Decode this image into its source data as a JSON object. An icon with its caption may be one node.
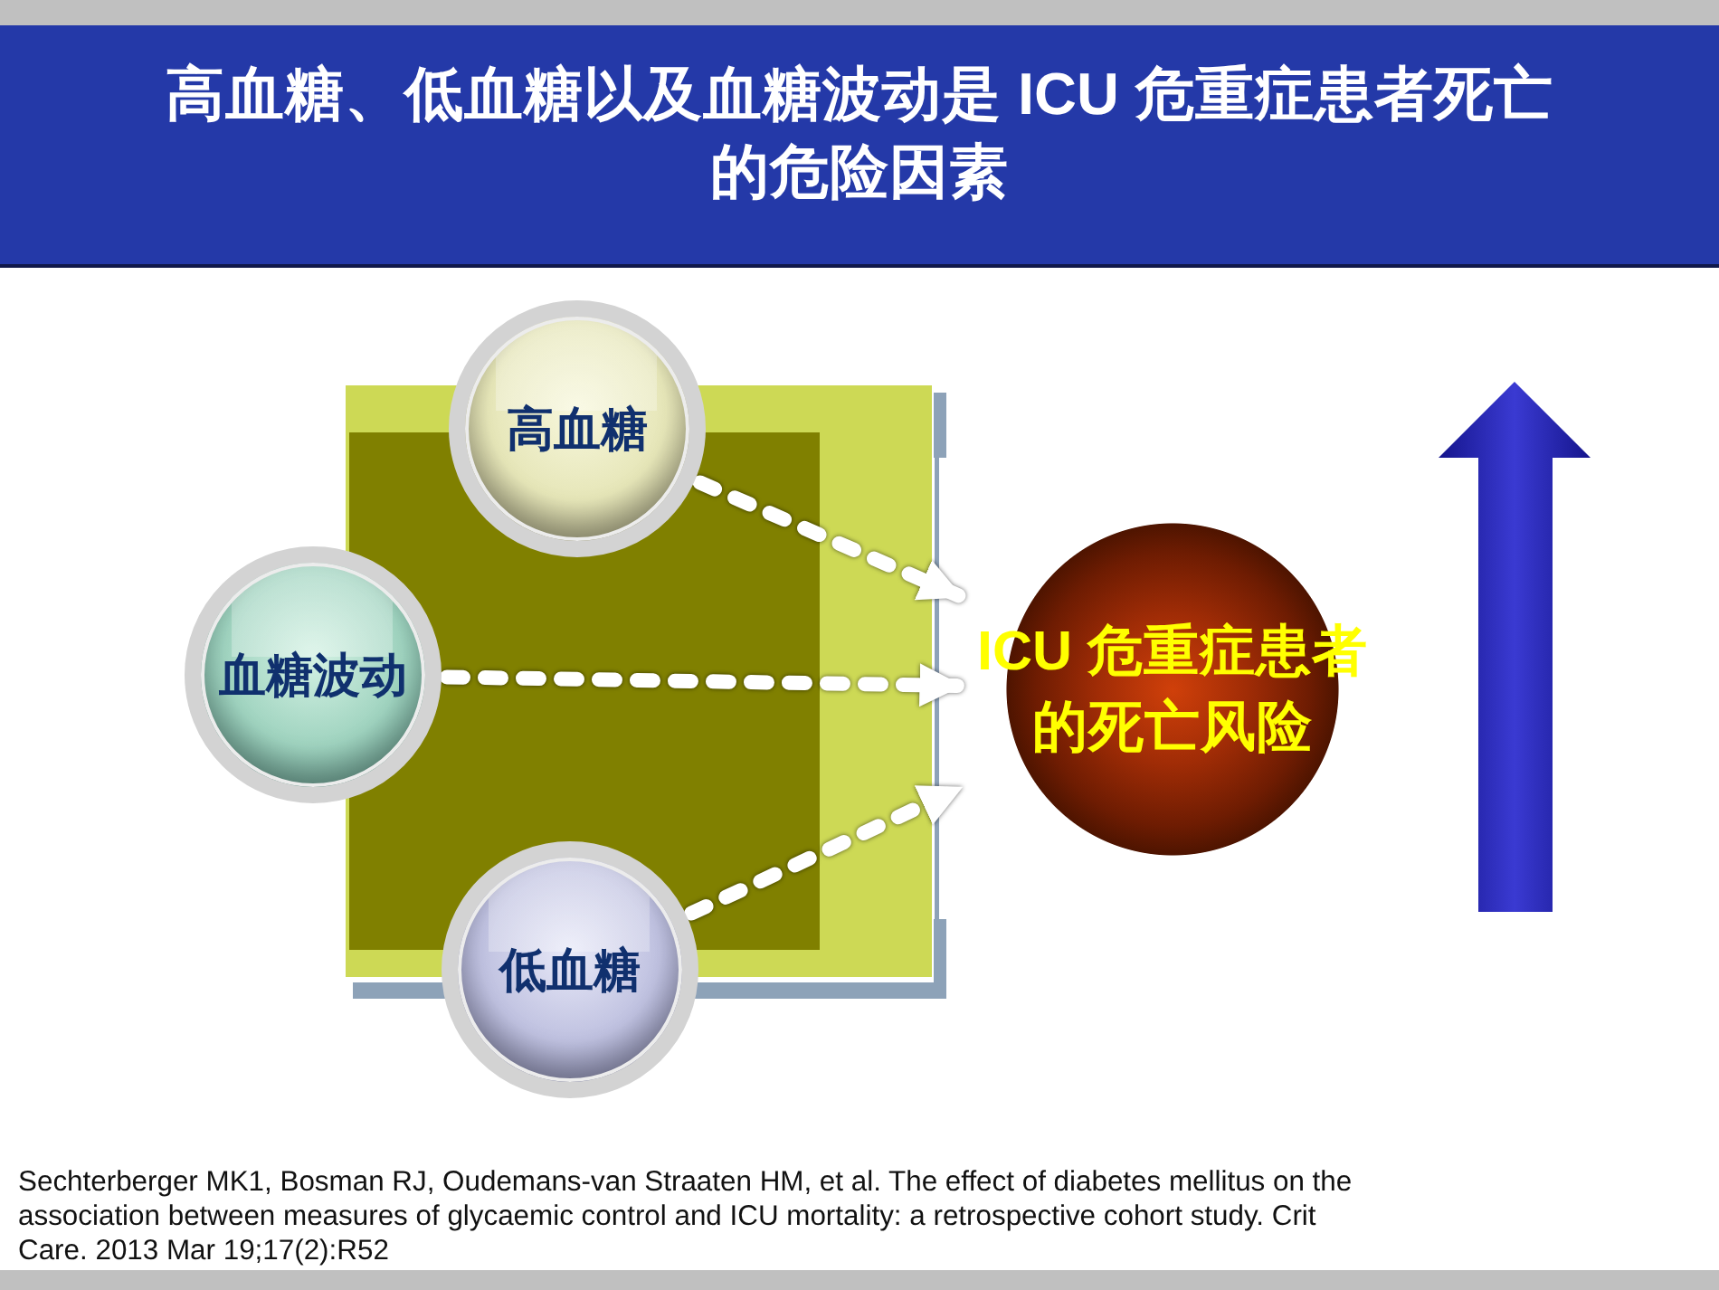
{
  "diagram": {
    "title": "高血糖、低血糖以及血糖波动是 ICU 危重症患者死亡的危险因素",
    "nodes": [
      {
        "text": [
          "高血糖"
        ]
      },
      {
        "text": [
          "血糖波动"
        ]
      },
      {
        "text": [
          "低血糖"
        ]
      },
      {
        "text": [
          "ICU 危重症患者的死亡风险"
        ]
      }
    ],
    "edges": [
      {
        "from": 0,
        "to": 3,
        "arrow": "to",
        "style": "dashed"
      },
      {
        "from": 1,
        "to": 3,
        "arrow": "to",
        "style": "dashed"
      },
      {
        "from": 2,
        "to": 3,
        "arrow": "to",
        "style": "dashed"
      }
    ],
    "labels": [
      "Sechterberger MK1, Bosman RJ, Oudemans-van Straaten HM, et al. The effect of diabetes mellitus on the association between measures of glycaemic control and ICU mortality: a retrospective cohort study. Crit Care. 2013 Mar 19;17(2):R52"
    ]
  }
}
